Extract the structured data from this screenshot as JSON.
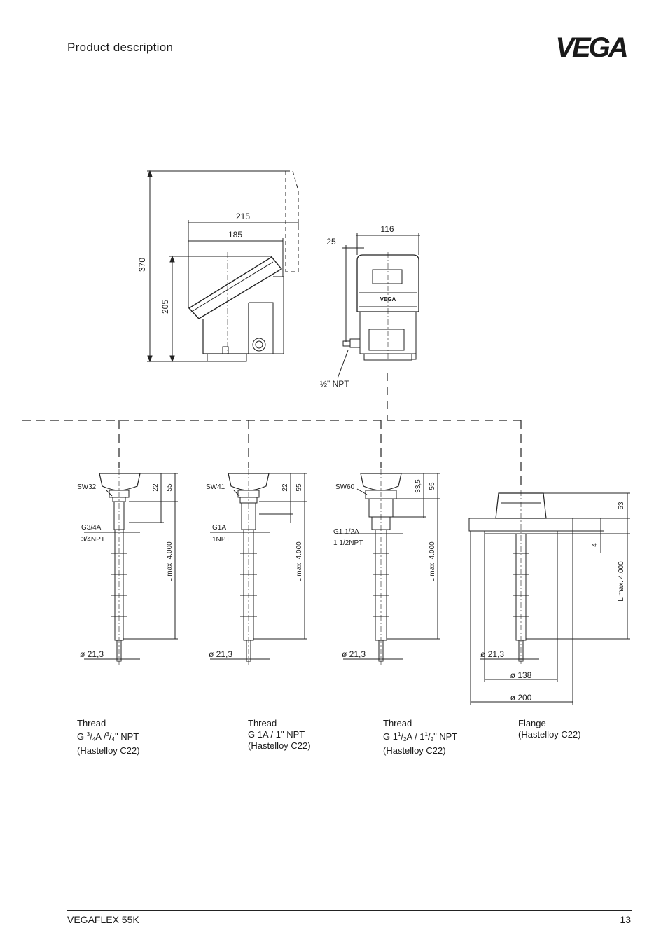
{
  "header": {
    "title": "Product  description",
    "logo_text": "VEGA"
  },
  "dimensions": {
    "housing_side": {
      "overall_height": "370",
      "width_1": "215",
      "width_2": "185",
      "height": "205"
    },
    "housing_front": {
      "width": "116",
      "offset": "25",
      "conduit": "½\" NPT"
    },
    "probe_sw32": {
      "wrench": "SW32",
      "thread_1": "G3/4A",
      "thread_2": "3/4NPT",
      "dim_a": "22",
      "dim_b": "55",
      "length": "L max. 4.000",
      "dia": "ø 21,3"
    },
    "probe_sw41": {
      "wrench": "SW41",
      "thread_1": "G1A",
      "thread_2": "1NPT",
      "dim_a": "22",
      "dim_b": "55",
      "length": "L max. 4.000",
      "dia": "ø 21,3"
    },
    "probe_sw60": {
      "wrench": "SW60",
      "thread_1": "G1 1/2A",
      "thread_2": "1 1/2NPT",
      "dim_a": "33,5",
      "dim_b": "55",
      "length": "L max. 4.000",
      "dia": "ø 21,3"
    },
    "probe_flange": {
      "dim_a": "53",
      "dim_b": "4",
      "length": "L max. 4.000",
      "dia": "ø 21,3",
      "dia_inner": "ø 138",
      "dia_outer": "ø 200"
    }
  },
  "captions": [
    {
      "line1": "Thread",
      "line3": "(Hastelloy C22)"
    },
    {
      "line1": "Thread",
      "line2": "G 1A / 1\" NPT",
      "line3": "(Hastelloy C22)"
    },
    {
      "line1": "Thread",
      "line3": "(Hastelloy C22)"
    },
    {
      "line1": "Flange",
      "line2": "(Hastelloy C22)"
    }
  ],
  "caption_fractions": {
    "c1": {
      "prefix": "G ",
      "n1": "3",
      "d1": "4",
      "mid": "A /",
      "n2": "3",
      "d2": "4",
      "suffix": "\" NPT"
    },
    "c3": {
      "prefix": "G 1",
      "n1": "1",
      "d1": "2",
      "mid": "A / 1",
      "n2": "1",
      "d2": "2",
      "suffix": "\" NPT"
    }
  },
  "footer": {
    "product": "VEGAFLEX 55K",
    "page": "13"
  }
}
